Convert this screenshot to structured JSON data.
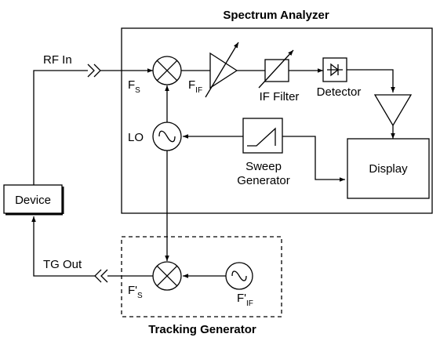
{
  "spectrum_analyzer": {
    "title": "Spectrum Analyzer"
  },
  "tracking_generator": {
    "title": "Tracking Generator"
  },
  "ports": {
    "rf_in": "RF In",
    "tg_out": "TG Out"
  },
  "signals": {
    "fs": {
      "main": "F",
      "sub": "S"
    },
    "fif": {
      "main": "F",
      "sub": "IF"
    },
    "fs_prime": {
      "main": "F'",
      "sub": "S"
    },
    "fif_prime": {
      "main": "F'",
      "sub": "IF"
    }
  },
  "blocks": {
    "lo": "LO",
    "if_filter": "IF Filter",
    "detector": "Detector",
    "sweep_line1": "Sweep",
    "sweep_line2": "Generator",
    "display": "Display",
    "device": "Device"
  }
}
